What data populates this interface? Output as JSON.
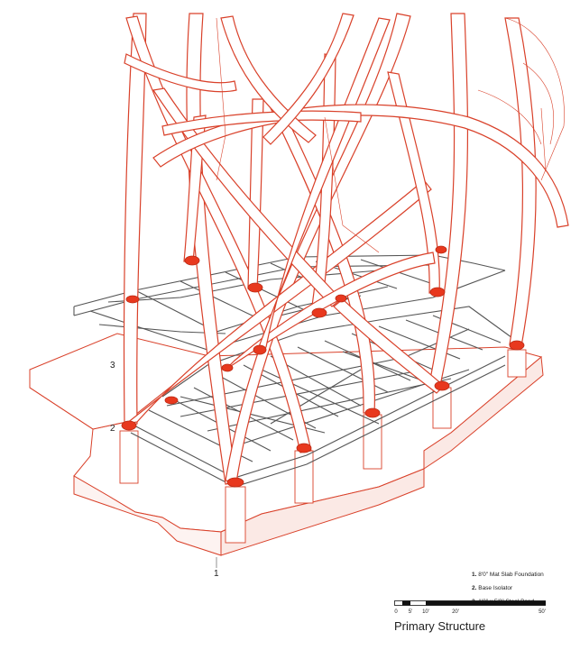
{
  "colors": {
    "structure": "#d9412a",
    "steel_gray": "#555555",
    "isolator_fill": "#e8381e",
    "background": "#ffffff"
  },
  "callouts": {
    "one": "1",
    "two": "2",
    "three": "3"
  },
  "legend": {
    "items": [
      {
        "num": "1.",
        "label": "8'0\" Mat Slab Foundation"
      },
      {
        "num": "2.",
        "label": "Base Isolator"
      },
      {
        "num": "3.",
        "label": "1'0\" x 5'0\" Steel Band"
      }
    ]
  },
  "scale": {
    "ticks": [
      "0",
      "5'",
      "10'",
      "20'",
      "50'"
    ]
  },
  "title": "Primary Structure"
}
